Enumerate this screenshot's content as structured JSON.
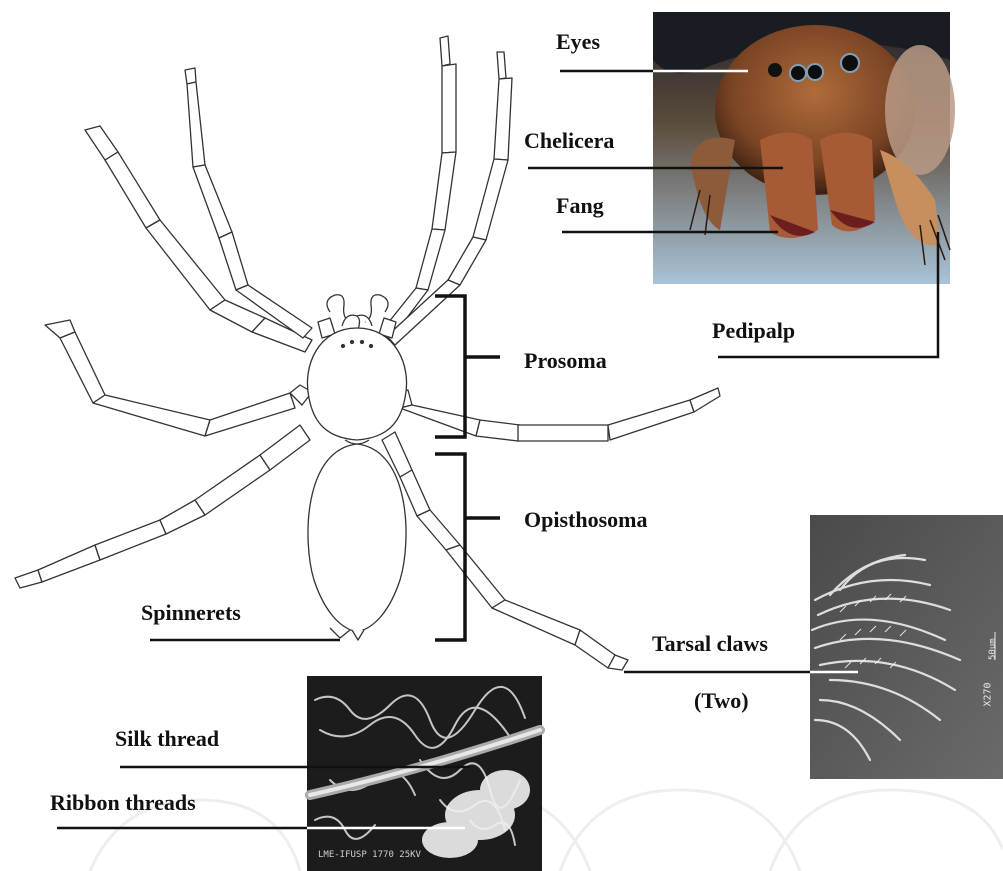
{
  "labels": {
    "eyes": "Eyes",
    "chelicera": "Chelicera",
    "fang": "Fang",
    "pedipalp": "Pedipalp",
    "prosoma": "Prosoma",
    "opisthosoma": "Opisthosoma",
    "spinnerets": "Spinnerets",
    "tarsal_claws": "Tarsal claws",
    "tarsal_claws_count": "(Two)",
    "silk_thread": "Silk thread",
    "ribbon_threads": "Ribbon threads"
  },
  "photos": {
    "head_closeup": {
      "subject": "spider head close-up photo",
      "tones": [
        "#8a5a34",
        "#2a1a10",
        "#9ab6cc"
      ]
    },
    "tarsal_sem": {
      "subject": "scanning electron micrograph of tarsal claws",
      "scale_text": "50um",
      "mag_text": "X270",
      "tones": [
        "#5f5f5f",
        "#d6d6d6"
      ]
    },
    "silk_sem": {
      "subject": "scanning electron micrograph of silk threads",
      "caption_text": "LME-IFUSP 1770 25KV",
      "tones": [
        "#1c1c1c",
        "#e8e8e8"
      ]
    }
  }
}
